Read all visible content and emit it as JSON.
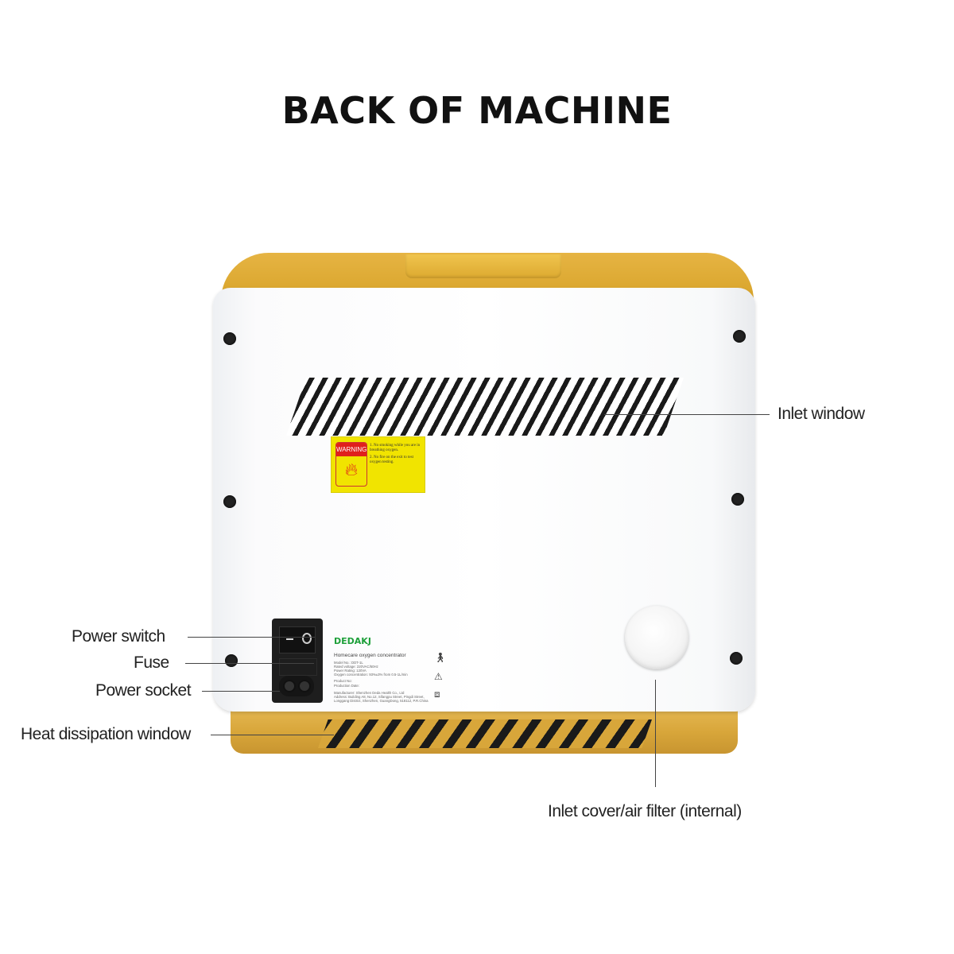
{
  "title": "BACK OF MACHINE",
  "callouts": {
    "inlet_window": "Inlet window",
    "power_switch": "Power switch",
    "fuse": "Fuse",
    "power_socket": "Power socket",
    "heat_dissipation_window": "Heat dissipation window",
    "inlet_cover": "Inlet cover/air filter (internal)"
  },
  "warning_label": {
    "heading": "WARNING",
    "lines": [
      "1. No smoking while you are in breathing oxygen.",
      "2. No fire on the exit to test oxygen testing."
    ]
  },
  "rating_label": {
    "brand": "DEDAKJ",
    "subtitle": "Homecare oxygen concentrator",
    "specs": [
      "Model No.: DDT-1L",
      "Rated voltage: 220VAC/50Hz",
      "Power Rating: 120VA",
      "Oxygen concentration: 93%±3% from 0.5-1L/min"
    ],
    "product_no": "Product No:",
    "production_date": "Production Date:",
    "manufacturer": [
      "Manufacturer: Shenzhen Deda Health Co., Ltd",
      "Address: Building A8, No.12, Sifangpu Street, Pingdi Street,",
      "Longgang District, Shenzhen, GuangDong, 518112, P.R.China"
    ]
  },
  "colors": {
    "body": "#ffffff",
    "trim": "#d9a52c",
    "warning": "#f1e400",
    "brand": "#1ea03a"
  }
}
